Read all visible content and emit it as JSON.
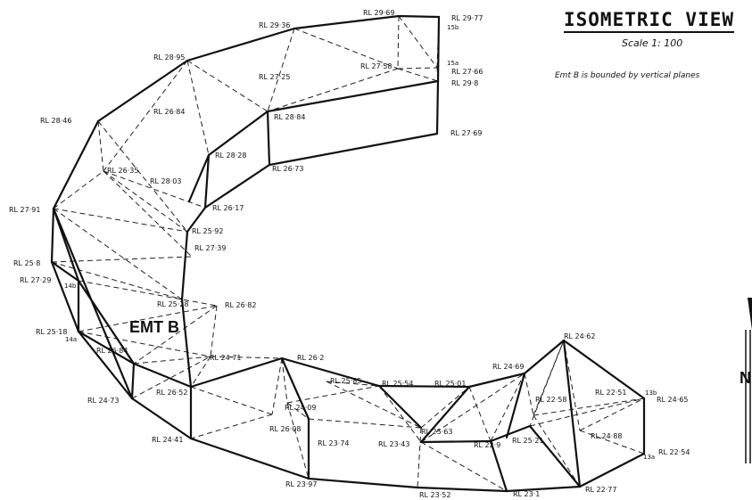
{
  "title": "ISOMETRIC VIEW",
  "scale": "Scale 1: 100",
  "note": "Emt B is bounded by vertical planes",
  "emt_label": "EMT B",
  "north_label": "N",
  "labels": [
    {
      "text": "RL 29·69"
    },
    {
      "text": "RL 29·77"
    },
    {
      "text": "RL 29·36"
    },
    {
      "text": "RL 28·95"
    },
    {
      "text": "RL 27·58"
    },
    {
      "text": "RL 27·66"
    },
    {
      "text": "RL 29·8"
    },
    {
      "text": "RL 27·25"
    },
    {
      "text": "RL 26·84"
    },
    {
      "text": "RL 28·84"
    },
    {
      "text": "RL 27·69"
    },
    {
      "text": "RL 28·46"
    },
    {
      "text": "RL 28·28"
    },
    {
      "text": "RL 26·73"
    },
    {
      "text": "RL 26·35"
    },
    {
      "text": "RL 28·03"
    },
    {
      "text": "RL 27·91"
    },
    {
      "text": "RL 26·17"
    },
    {
      "text": "RL 25·92"
    },
    {
      "text": "RL 27·39"
    },
    {
      "text": "RL 25·8"
    },
    {
      "text": "RL 27·29"
    },
    {
      "text": "RL 25·28"
    },
    {
      "text": "RL 26·82"
    },
    {
      "text": "RL 25·18"
    },
    {
      "text": "RL 26·84"
    },
    {
      "text": "RL 24·71"
    },
    {
      "text": "RL 26·2"
    },
    {
      "text": "RL 24·73"
    },
    {
      "text": "RL 26·52"
    },
    {
      "text": "RL 25·85"
    },
    {
      "text": "RL 25·54"
    },
    {
      "text": "RL 25·01"
    },
    {
      "text": "RL 24·69"
    },
    {
      "text": "RL 24·62"
    },
    {
      "text": "RL 22·51"
    },
    {
      "text": "RL 24·65"
    },
    {
      "text": "RL 24·09"
    },
    {
      "text": "RL 22·58"
    },
    {
      "text": "RL 24·41"
    },
    {
      "text": "RL 26·08"
    },
    {
      "text": "RL 23·74"
    },
    {
      "text": "RL 23·43"
    },
    {
      "text": "RL 25·63"
    },
    {
      "text": "RL 22·9"
    },
    {
      "text": "RL 25·21"
    },
    {
      "text": "RL 24·88"
    },
    {
      "text": "RL 22·54"
    },
    {
      "text": "RL 23·97"
    },
    {
      "text": "RL 23·52"
    },
    {
      "text": "RL 23·1"
    },
    {
      "text": "RL 22·77"
    }
  ],
  "tags": [
    {
      "text": "15b"
    },
    {
      "text": "15a"
    },
    {
      "text": "14b"
    },
    {
      "text": "14a"
    },
    {
      "text": "13b"
    },
    {
      "text": "13a"
    }
  ]
}
